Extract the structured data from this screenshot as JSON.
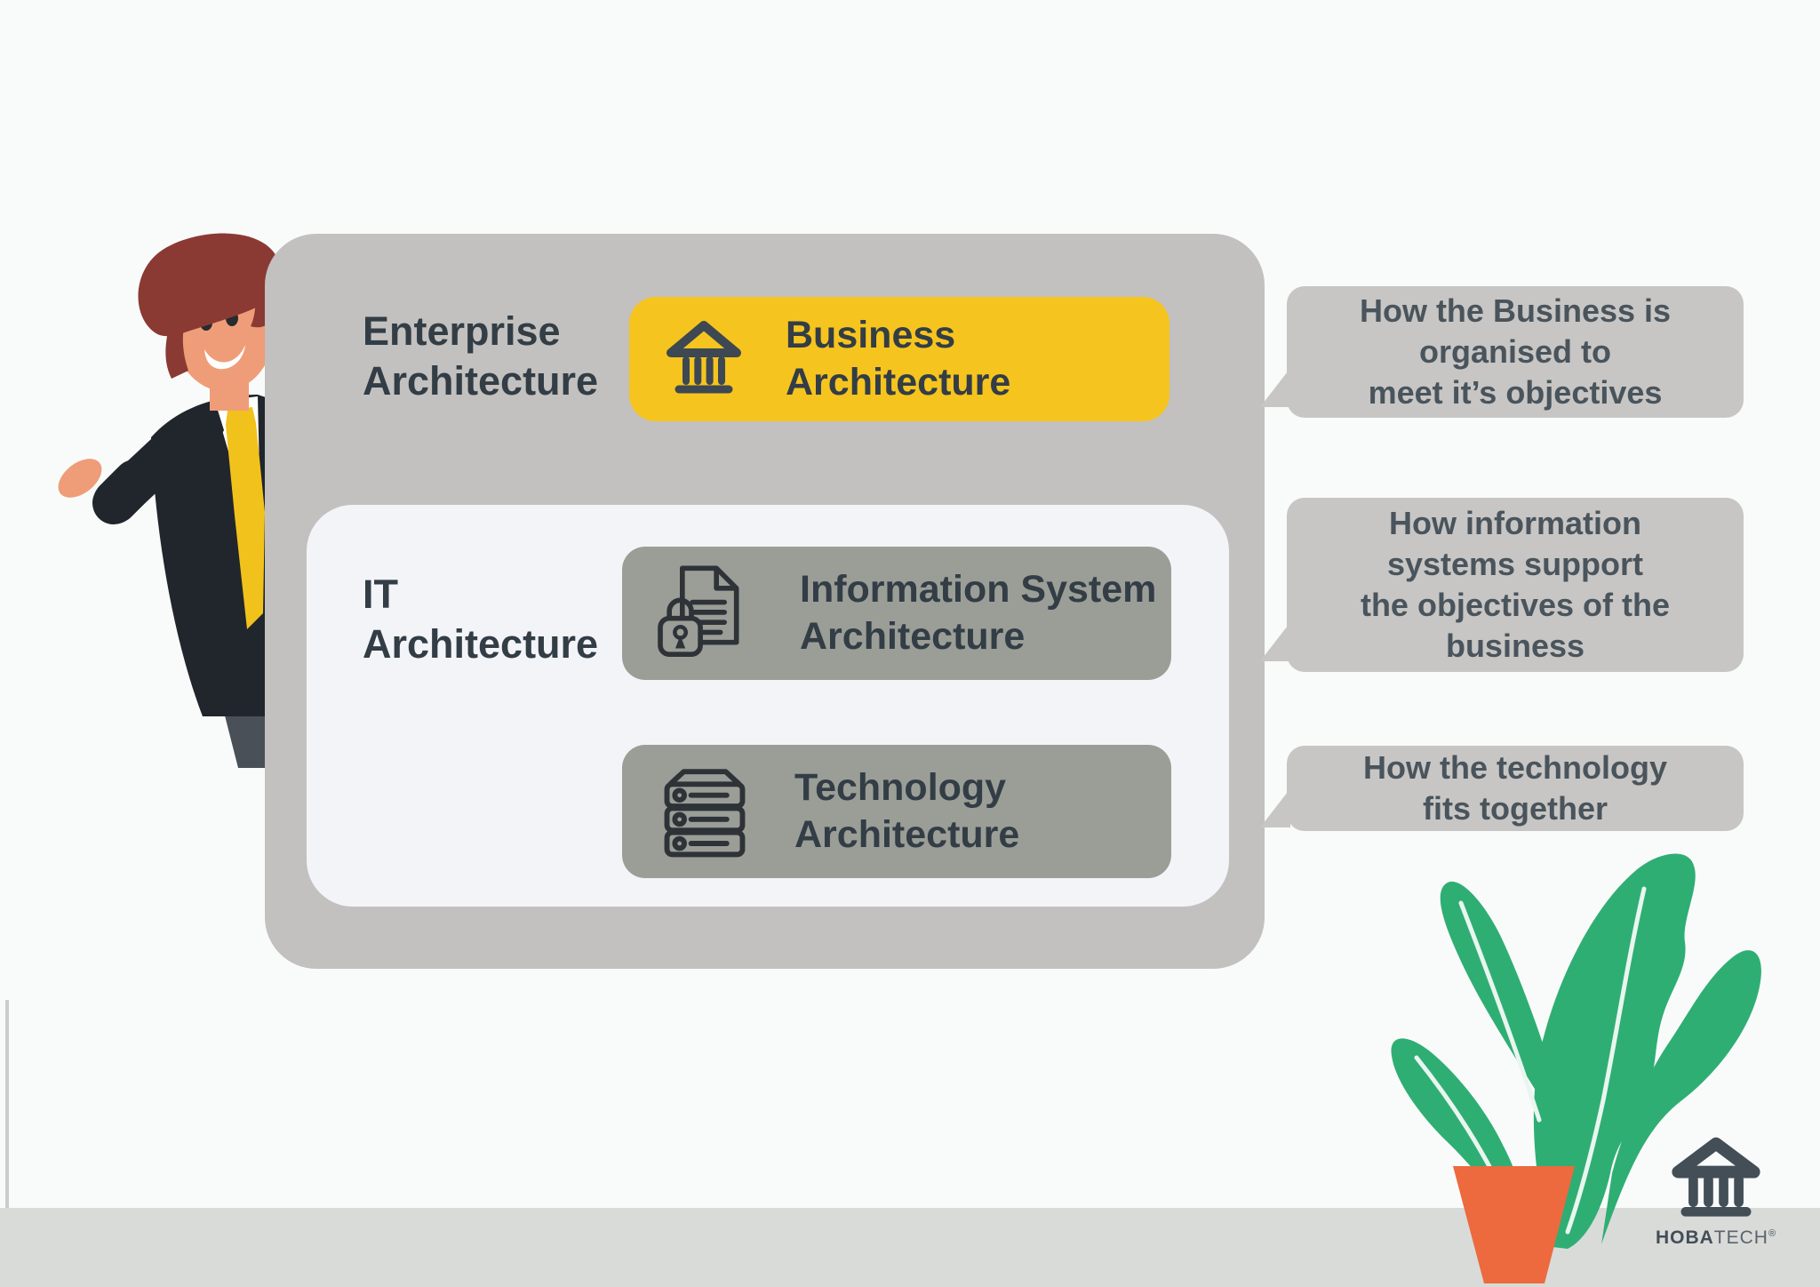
{
  "labels": {
    "enterprise": "Enterprise\nArchitecture",
    "it": "IT\nArchitecture",
    "business": "Business\nArchitecture",
    "information_system": "Information System\nArchitecture",
    "technology": "Technology\nArchitecture"
  },
  "callouts": [
    {
      "text": "How the Business is\norganised to\nmeet it’s objectives"
    },
    {
      "text": "How information\nsystems support\nthe objectives of the\nbusiness"
    },
    {
      "text": "How the technology\nfits together"
    }
  ],
  "branding": {
    "name_bold": "HOBA",
    "name_light": "TECH",
    "reg_mark": "®"
  },
  "icons": {
    "business_box": "bank-icon",
    "information_system_box": "document-lock-icon",
    "technology_box": "server-stack-icon",
    "logo": "bank-logo-icon"
  },
  "colors": {
    "background": "#f9fbfa",
    "floor": "#d9dbd9",
    "outer_panel": "#c2c1bf",
    "inner_panel": "#f3f4f8",
    "business_box": "#f6c41e",
    "it_box": "#9b9e97",
    "callout": "#c7c6c4",
    "text_dark": "#333d46",
    "callout_text": "#4a545c",
    "icon_dark": "#2e3338",
    "plant_green": "#2fae74",
    "pot_orange": "#ec6a3e",
    "logo": "#434e57"
  }
}
